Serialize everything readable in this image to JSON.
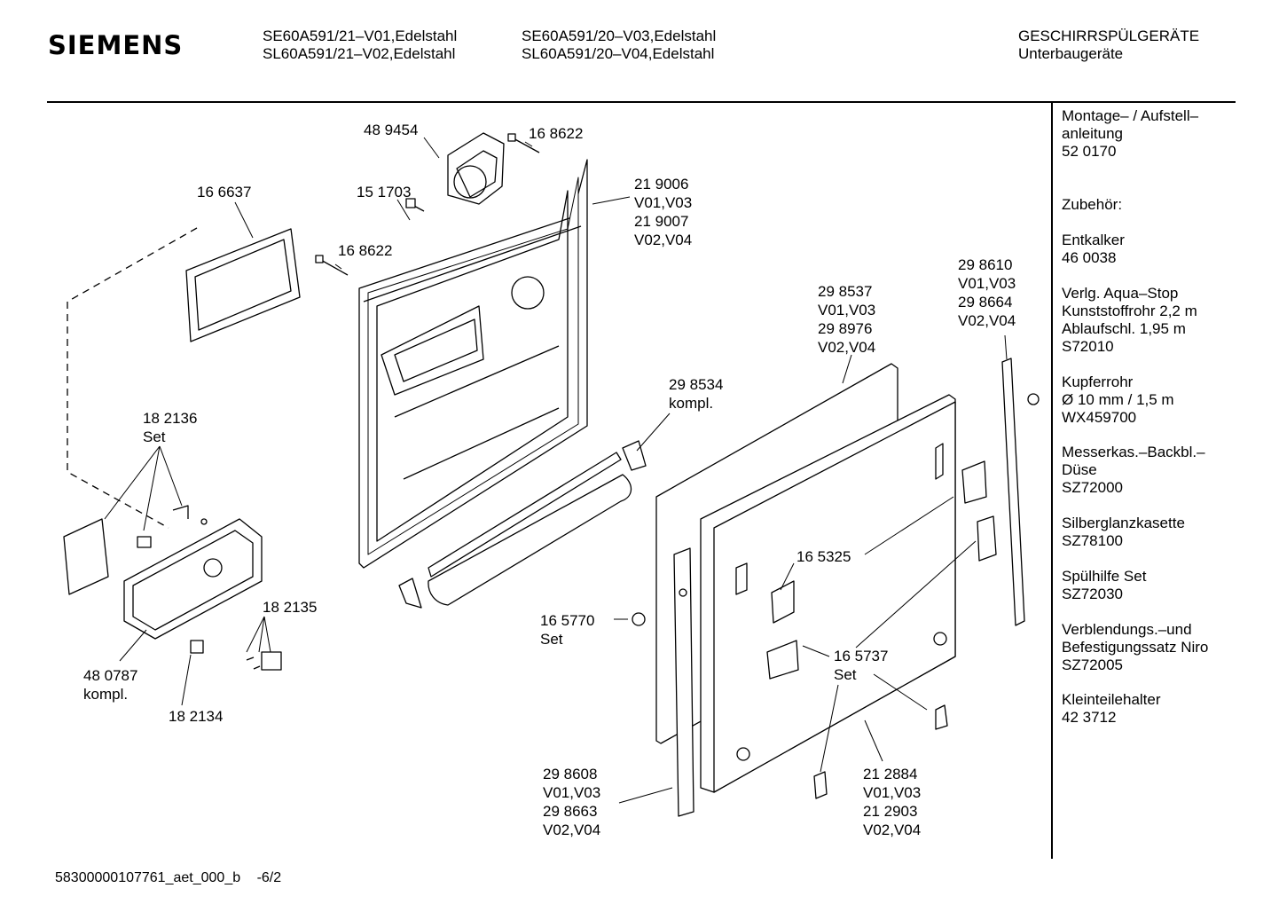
{
  "header": {
    "brand": "SIEMENS",
    "models_col1": [
      "SE60A591/21–V01,Edelstahl",
      "SL60A591/21–V02,Edelstahl"
    ],
    "models_col2": [
      "SE60A591/20–V03,Edelstahl",
      "SL60A591/20–V04,Edelstahl"
    ],
    "category": "GESCHIRRSPÜLGERÄTE",
    "subcategory": "Unterbaugeräte"
  },
  "sidebar": {
    "blocks": [
      [
        "Montage– / Aufstell–",
        "anleitung",
        "52 0170"
      ],
      [
        "Zubehör:"
      ],
      [
        "Entkalker",
        "46 0038"
      ],
      [
        "Verlg. Aqua–Stop",
        "Kunststoffrohr 2,2 m",
        "Ablaufschl. 1,95 m",
        "S72010"
      ],
      [
        "Kupferrohr",
        "Ø 10 mm / 1,5 m",
        "WX459700"
      ],
      [
        "Messerkas.–Backbl.–",
        "Düse",
        "SZ72000"
      ],
      [
        "Silberglanzkasette",
        "SZ78100"
      ],
      [
        "Spülhilfe Set",
        "SZ72030"
      ],
      [
        "Verblendungs.–und",
        "Befestigungssatz Niro",
        "SZ72005"
      ],
      [
        "Kleinteilehalter",
        "42 3712"
      ]
    ]
  },
  "parts": [
    {
      "id": "p-489454",
      "lines": [
        "48 9454"
      ]
    },
    {
      "id": "p-168622a",
      "lines": [
        "16 8622"
      ]
    },
    {
      "id": "p-166637",
      "lines": [
        "16 6637"
      ]
    },
    {
      "id": "p-151703",
      "lines": [
        "15 1703"
      ]
    },
    {
      "id": "p-219006",
      "lines": [
        "21 9006",
        "V01,V03",
        "21 9007",
        "V02,V04"
      ]
    },
    {
      "id": "p-168622b",
      "lines": [
        "16 8622"
      ]
    },
    {
      "id": "p-298610",
      "lines": [
        "29 8610",
        "V01,V03",
        "29 8664",
        "V02,V04"
      ]
    },
    {
      "id": "p-298537",
      "lines": [
        "29 8537",
        "V01,V03",
        "29 8976",
        "V02,V04"
      ]
    },
    {
      "id": "p-298534",
      "lines": [
        "29 8534",
        "kompl."
      ]
    },
    {
      "id": "p-182136",
      "lines": [
        "18 2136",
        "Set"
      ]
    },
    {
      "id": "p-165325",
      "lines": [
        "16 5325"
      ]
    },
    {
      "id": "p-182135",
      "lines": [
        "18 2135"
      ]
    },
    {
      "id": "p-165770",
      "lines": [
        "16 5770",
        "Set"
      ]
    },
    {
      "id": "p-165737",
      "lines": [
        "16 5737",
        "Set"
      ]
    },
    {
      "id": "p-480787",
      "lines": [
        "48 0787",
        "kompl."
      ]
    },
    {
      "id": "p-182134",
      "lines": [
        "18 2134"
      ]
    },
    {
      "id": "p-298608",
      "lines": [
        "29 8608",
        "V01,V03",
        "29 8663",
        "V02,V04"
      ]
    },
    {
      "id": "p-212884",
      "lines": [
        "21 2884",
        "V01,V03",
        "21 2903",
        "V02,V04"
      ]
    }
  ],
  "footer": {
    "doc_id": "58300000107761_aet_000_b",
    "page": "-6/2"
  }
}
